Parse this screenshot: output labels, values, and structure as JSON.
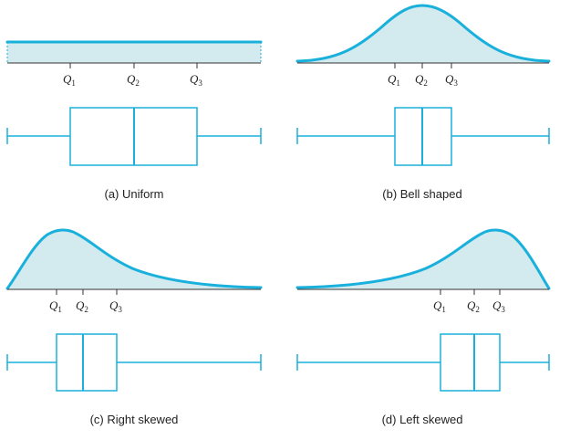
{
  "colors": {
    "stroke": "#1ab0dc",
    "fill": "#d3ebee"
  },
  "quartile_symbol": "Q",
  "panels": [
    {
      "id": "a",
      "shape": "uniform",
      "caption": "(a)  Uniform",
      "quartiles": [
        {
          "symbol": "Q",
          "sub": "1"
        },
        {
          "symbol": "Q",
          "sub": "2"
        },
        {
          "symbol": "Q",
          "sub": "3"
        }
      ]
    },
    {
      "id": "b",
      "shape": "bell",
      "caption": "(b)  Bell shaped",
      "quartiles": [
        {
          "symbol": "Q",
          "sub": "1"
        },
        {
          "symbol": "Q",
          "sub": "2"
        },
        {
          "symbol": "Q",
          "sub": "3"
        }
      ]
    },
    {
      "id": "c",
      "shape": "right-skewed",
      "caption": "(c)  Right skewed",
      "quartiles": [
        {
          "symbol": "Q",
          "sub": "1"
        },
        {
          "symbol": "Q",
          "sub": "2"
        },
        {
          "symbol": "Q",
          "sub": "3"
        }
      ]
    },
    {
      "id": "d",
      "shape": "left-skewed",
      "caption": "(d)  Left skewed",
      "quartiles": [
        {
          "symbol": "Q",
          "sub": "1"
        },
        {
          "symbol": "Q",
          "sub": "2"
        },
        {
          "symbol": "Q",
          "sub": "3"
        }
      ]
    }
  ]
}
